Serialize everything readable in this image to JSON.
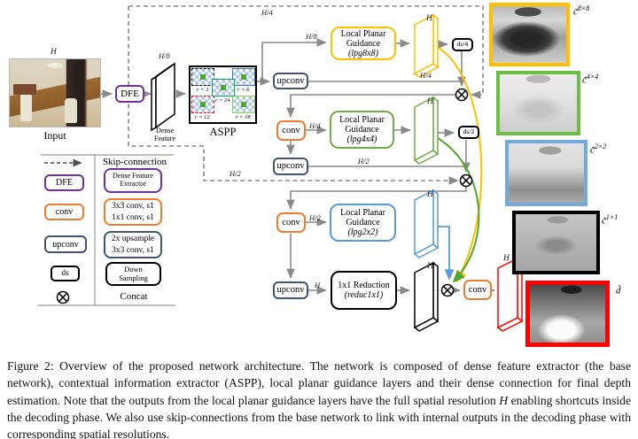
{
  "figure": {
    "input": {
      "caption": "Input",
      "size": "H"
    },
    "dfe": "DFE",
    "dense_feature": {
      "line1": "Dense",
      "line2": "Feature",
      "size": "H/8"
    },
    "aspp": {
      "label": "ASPP",
      "patches": [
        {
          "rate": "r = 3"
        },
        {
          "rate": "r = 6"
        },
        {
          "rate": "r = 24"
        },
        {
          "rate": "r = 12"
        },
        {
          "rate": "r = 18"
        }
      ]
    },
    "blocks": {
      "upconv": "upconv",
      "conv": "conv",
      "lpg8": {
        "title": "Local Planar Guidance",
        "sub": "(lpg8x8)"
      },
      "lpg4": {
        "title": "Local Planar Guidance",
        "sub": "(lpg4x4)"
      },
      "lpg2": {
        "title": "Local Planar Guidance",
        "sub": "(lpg2x2)"
      },
      "reduc": {
        "title": "1x1 Reduction",
        "sub": "(reduc1x1)"
      },
      "ds4": "ds/4",
      "ds2": "ds/2"
    },
    "sizes": {
      "h": "H",
      "h2": "H/2",
      "h4": "H/4",
      "h8": "H/8"
    },
    "outputs": [
      {
        "base": "c̃",
        "sup": "8×8"
      },
      {
        "base": "c̃",
        "sup": "4×4"
      },
      {
        "base": "c̃",
        "sup": "2×2"
      },
      {
        "base": "c̃",
        "sup": "1×1"
      },
      {
        "base": "d̃",
        "sup": ""
      }
    ],
    "legend": {
      "header": "Skip-connection",
      "dfe_key": "DFE",
      "dfe_desc1": "Dense Feature",
      "dfe_desc2": "Extractor",
      "conv_key": "conv",
      "conv_desc1": "3x3 conv, s1",
      "conv_desc2": "1x1 conv, s1",
      "upconv_key": "upconv",
      "upconv_desc1": "2x upsample",
      "upconv_desc2": "3x3 conv, s1",
      "ds_key": "ds",
      "ds_desc1": "Down",
      "ds_desc2": "Sampling",
      "concat_desc": "Concat"
    },
    "colors": {
      "purple": "#7030A0",
      "orange": "#ED7D31",
      "navy": "#44546A",
      "yellow": "#FFC000",
      "green": "#70AD47",
      "blue": "#5B9BD5",
      "red": "#FF0000",
      "line_gray": "#8a8a8a"
    }
  },
  "caption": {
    "part1": "Figure 2: Overview of the proposed network architecture. The network is composed of dense feature extractor (the base network), contextual information extractor (ASPP), local planar guidance layers and their dense connection for final depth estimation. Note that the outputs from the local planar guidance layers have the full spatial resolution ",
    "math": "H",
    "part2": " enabling shortcuts inside the decoding phase. We also use skip-connections from the base network to link with internal outputs in the decoding phase with corresponding spatial resolutions."
  }
}
